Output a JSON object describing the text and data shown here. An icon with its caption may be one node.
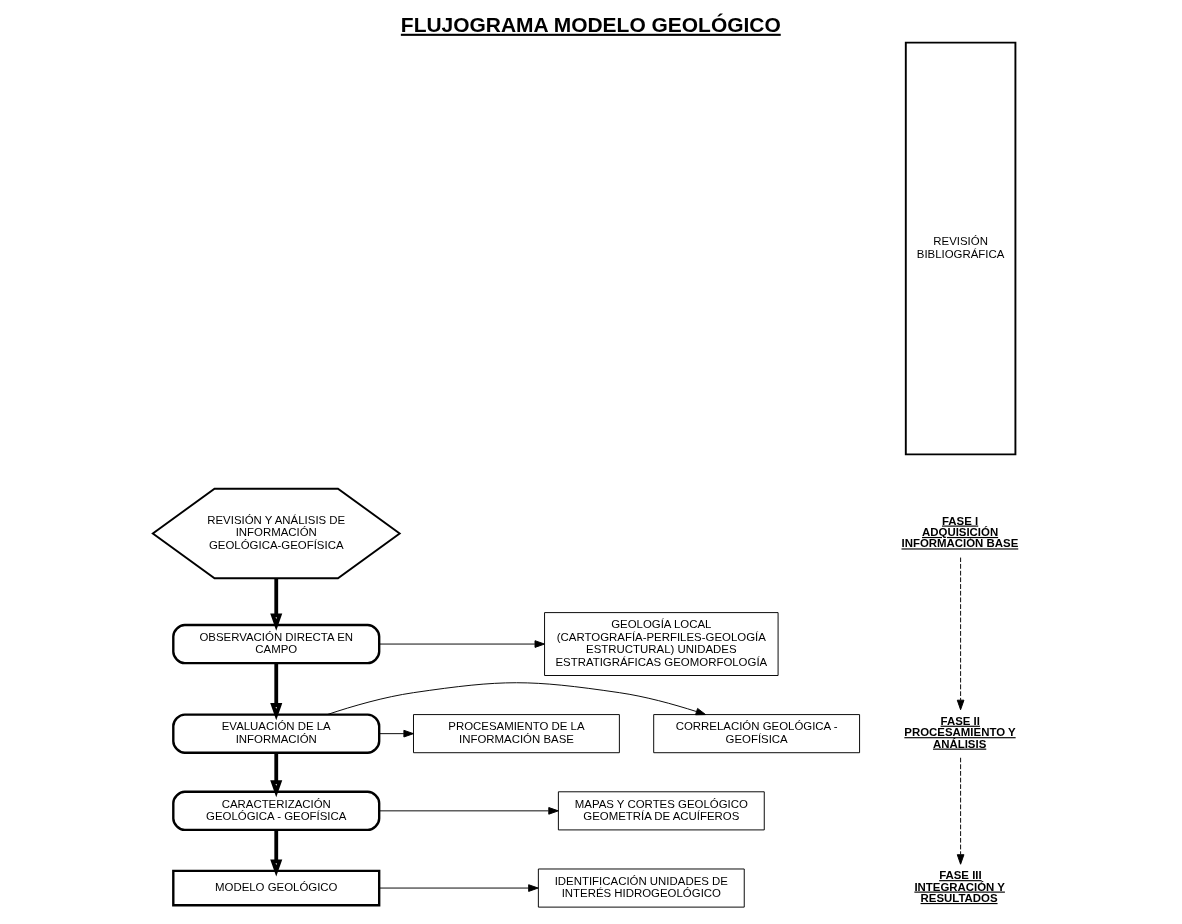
{
  "diagram": {
    "title": "FLUJOGRAMA MODELO GEOLÓGICO",
    "nodes": [
      {
        "text": [
          "REVISIÓN Y ANÁLISIS DE INFORMACIÓN GEOLÓGICA-GEOFÍSICA"
        ]
      },
      {
        "text": [
          "OBSERVACIÓN DIRECTA EN CAMPO"
        ]
      },
      {
        "text": [
          "GEOLOGÍA LOCAL (CARTOGRAFÍA-PERFILES-GEOLOGÍA ESTRUCTURAL) UNIDADES ESTRATIGRÁFICAS GEOMORFOLOGÍA"
        ]
      },
      {
        "text": [
          "EVALUACIÓN DE LA INFORMACIÓN"
        ]
      },
      {
        "text": [
          "PROCESAMIENTO DE LA INFORMACIÓN BASE"
        ]
      },
      {
        "text": [
          "CORRELACIÓN GEOLÓGICA - GEOFÍSICA"
        ]
      },
      {
        "text": [
          "CARACTERIZACIÓN GEOLÓGICA - GEOFÍSICA"
        ]
      },
      {
        "text": [
          "MAPAS Y CORTES GEOLÓGICO GEOMETRÍA DE ACUÍFEROS"
        ]
      },
      {
        "text": [
          "MODELO GEOLÓGICO"
        ]
      },
      {
        "text": [
          "IDENTIFICACIÓN UNIDADES DE INTERÉS HIDROGEOLÓGICO"
        ]
      },
      {
        "text": [
          "REVISIÓN BIBLIOGRÁFICA"
        ]
      },
      {
        "text": [
          "FASE I",
          "ADQUISICIÓN INFORMACIÓN BASE"
        ]
      },
      {
        "text": [
          "FASE II",
          "PROCESAMIENTO Y ANÁLISIS"
        ]
      },
      {
        "text": [
          "FASE III",
          "INTEGRACIÓN Y RESULTADOS"
        ]
      }
    ],
    "edges": [
      {
        "from": 0,
        "to": 1,
        "arrow": "to",
        "style": "thick"
      },
      {
        "from": 1,
        "to": 2,
        "arrow": "to"
      },
      {
        "from": 1,
        "to": 3,
        "arrow": "to",
        "style": "thick"
      },
      {
        "from": 3,
        "to": 4,
        "arrow": "to"
      },
      {
        "from": 3,
        "to": 5,
        "arrow": "to"
      },
      {
        "from": 3,
        "to": 6,
        "arrow": "to",
        "style": "thick"
      },
      {
        "from": 6,
        "to": 7,
        "arrow": "to"
      },
      {
        "from": 6,
        "to": 8,
        "arrow": "to",
        "style": "thick"
      },
      {
        "from": 8,
        "to": 9,
        "arrow": "to"
      },
      {
        "from": 11,
        "to": 12,
        "arrow": "to",
        "style": "dashed"
      },
      {
        "from": 12,
        "to": 13,
        "arrow": "to",
        "style": "dashed"
      }
    ]
  }
}
